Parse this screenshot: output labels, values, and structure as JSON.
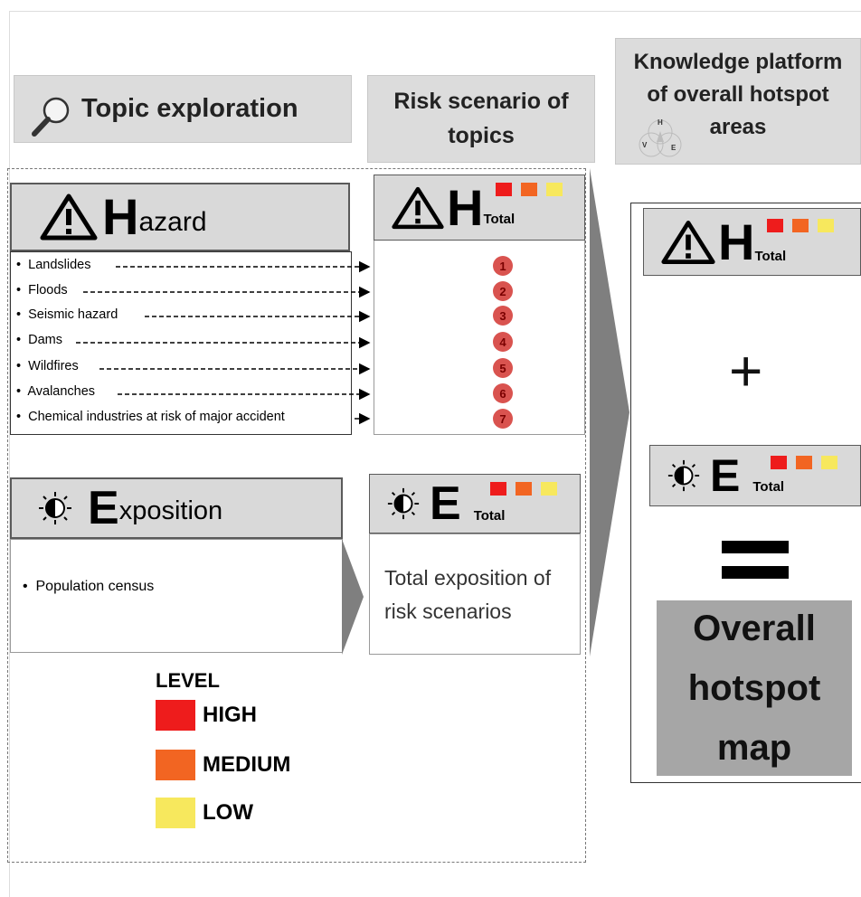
{
  "headers": {
    "topic_exploration": "Topic exploration",
    "risk_scenario": "Risk scenario of topics",
    "knowledge_platform": "Knowledge platform of overall hotspot areas",
    "compass_letters": [
      "H",
      "V",
      "E"
    ]
  },
  "hazard": {
    "title_letter": "H",
    "title_rest": "azard",
    "items": [
      "Landslides",
      "Floods",
      "Seismic hazard",
      "Dams",
      "Wildfires",
      "Avalanches",
      "Chemical industries at risk of major accident"
    ],
    "numbers": [
      "1",
      "2",
      "3",
      "4",
      "5",
      "6",
      "7"
    ]
  },
  "h_total": {
    "letter": "H",
    "sub": "Total"
  },
  "exposition": {
    "title_letter": "E",
    "title_rest": "xposition",
    "items": [
      "Population census"
    ],
    "total_text": "Total exposition of risk scenarios"
  },
  "e_total": {
    "letter": "E",
    "sub": "Total"
  },
  "platform": {
    "plus": "+",
    "result": "Overall hotspot map"
  },
  "legend": {
    "title": "LEVEL",
    "levels": [
      {
        "label": "HIGH",
        "color": "#ee1c1c"
      },
      {
        "label": "MEDIUM",
        "color": "#f26522"
      },
      {
        "label": "LOW",
        "color": "#f7e85d"
      }
    ]
  },
  "colors": {
    "high": "#ee1c1c",
    "medium": "#f26522",
    "low": "#f7e85d",
    "header_bg": "#dcdcdc",
    "badge_red": "#d9534f",
    "result_box": "#a6a6a6"
  }
}
